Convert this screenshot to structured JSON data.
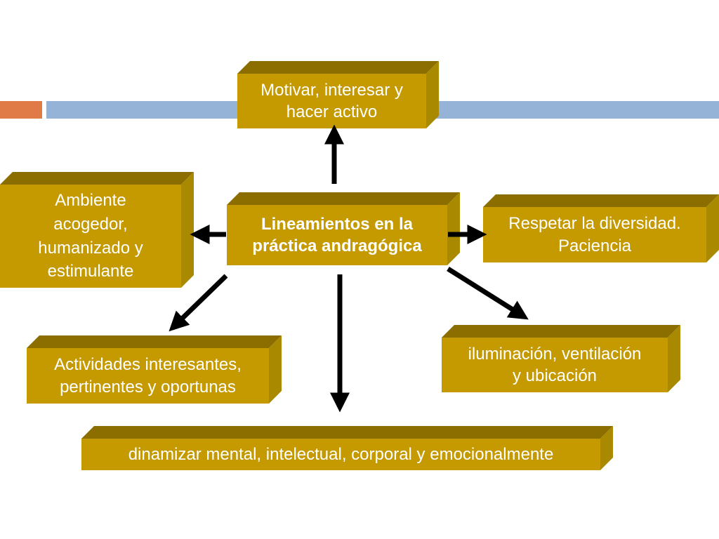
{
  "colors": {
    "box_front": "#c49a00",
    "box_top": "#8b6d00",
    "box_side": "#a88900",
    "arrow": "#000000",
    "accent_orange": "#e07b48",
    "accent_blue": "#95b3d7"
  },
  "nodes": {
    "center": "Lineamientos en  la\npráctica andragógica",
    "top": "Motivar, interesar y\nhacer activo",
    "left": "Ambiente\nacogedor,\nhumanizado y\nestimulante",
    "right": "Respetar la diversidad.\nPaciencia",
    "bottom_left": "Actividades interesantes,\npertinentes y oportunas",
    "bottom_right": "iluminación, ventilación\ny ubicación",
    "bottom": "dinamizar mental, intelectual, corporal y emocionalmente"
  }
}
